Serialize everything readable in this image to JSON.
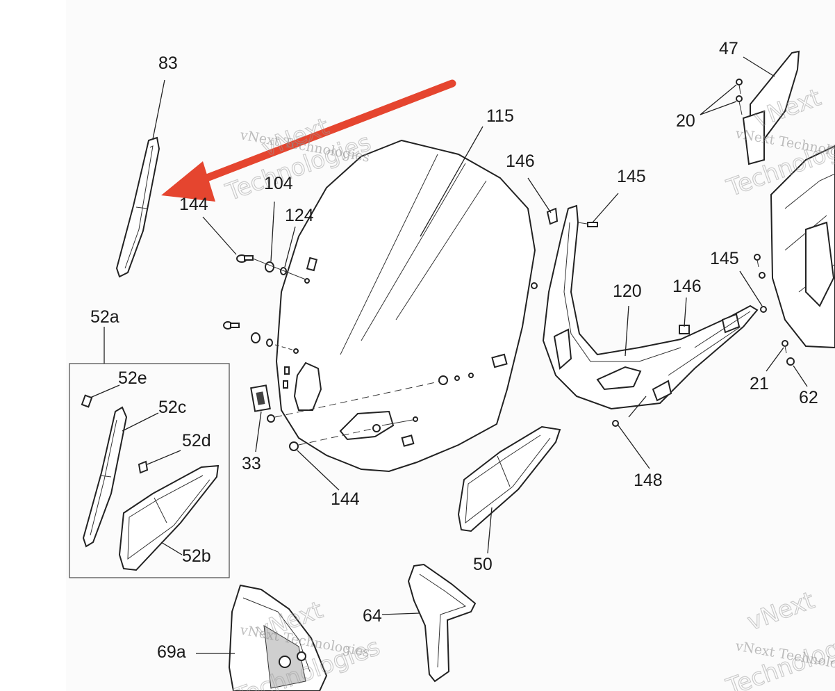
{
  "callouts": {
    "c83": "83",
    "c115": "115",
    "c104": "104",
    "c124": "124",
    "c144a": "144",
    "c146a": "146",
    "c145a": "145",
    "c47": "47",
    "c20": "20",
    "c52a": "52a",
    "c52e": "52e",
    "c52c": "52c",
    "c52d": "52d",
    "c52b": "52b",
    "c33": "33",
    "c144b": "144",
    "c120": "120",
    "c146b": "146",
    "c145b": "145",
    "c21": "21",
    "c62": "62",
    "c148": "148",
    "c50": "50",
    "c64": "64",
    "c69a": "69a"
  },
  "watermarks": {
    "line1": "vNext Technologies",
    "line2a": "vNext",
    "line2b": "Technologies"
  },
  "highlight": {
    "arrow_color": "#e5452f"
  }
}
